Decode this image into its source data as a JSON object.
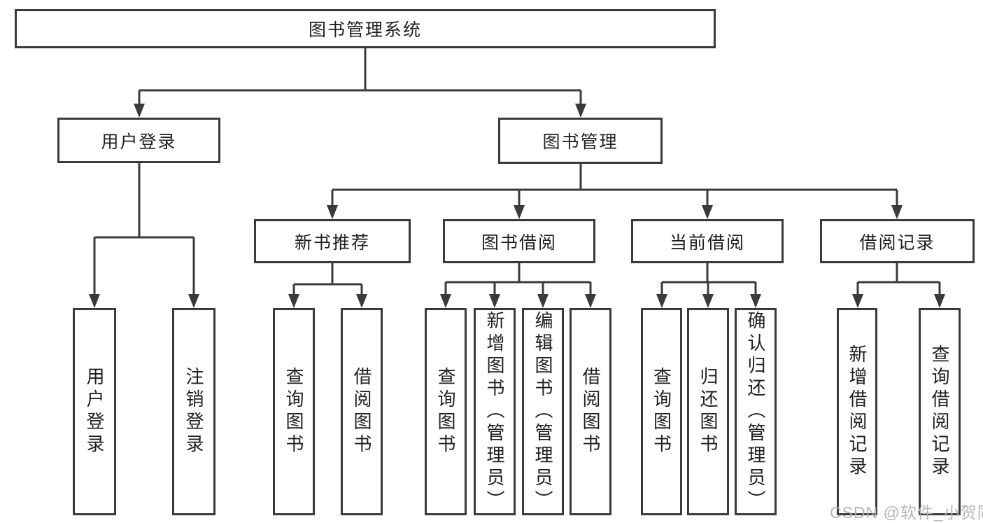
{
  "diagram": {
    "root": {
      "label": "图书管理系统"
    },
    "branches": [
      {
        "label": "用户登录",
        "children": [
          {
            "label": "用户登录"
          },
          {
            "label": "注销登录"
          }
        ]
      },
      {
        "label": "图书管理",
        "sections": [
          {
            "label": "新书推荐",
            "children": [
              {
                "label": "查询图书"
              },
              {
                "label": "借阅图书"
              }
            ]
          },
          {
            "label": "图书借阅",
            "children": [
              {
                "label": "查询图书"
              },
              {
                "label": "新增图书（管理员）"
              },
              {
                "label": "编辑图书（管理员）"
              },
              {
                "label": "借阅图书"
              }
            ]
          },
          {
            "label": "当前借阅",
            "children": [
              {
                "label": "查询图书"
              },
              {
                "label": "归还图书"
              },
              {
                "label": "确认归还（管理员）"
              }
            ]
          },
          {
            "label": "借阅记录",
            "children": [
              {
                "label": "新增借阅记录"
              },
              {
                "label": "查询借阅记录"
              }
            ]
          }
        ]
      }
    ]
  },
  "watermark": {
    "text": "CSDN @软件_小贺同学"
  },
  "colors": {
    "line": "#3a3a3a",
    "box_border": "#3a3a3a",
    "box_fill": "#ffffff",
    "text": "#1f1f1f",
    "watermark": "#b2b2b2",
    "background": "#ffffff"
  }
}
